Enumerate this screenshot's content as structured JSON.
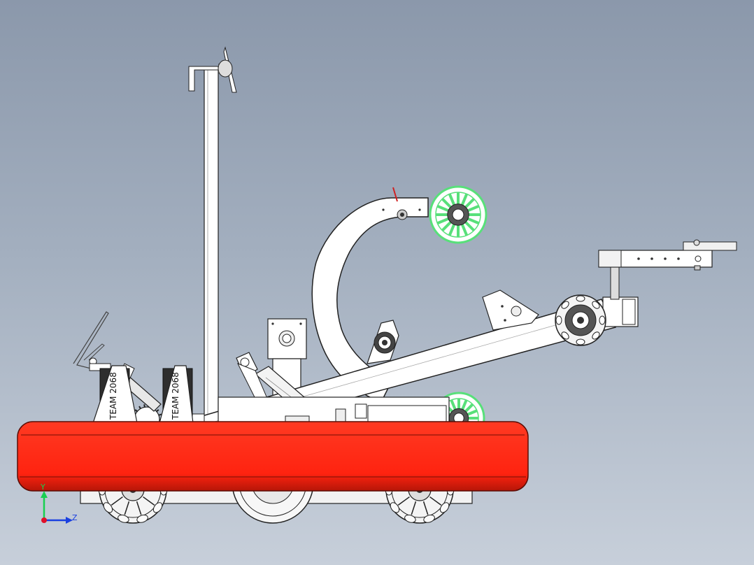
{
  "bumper_text": [
    "TEAM 2068",
    "TEAM 2068"
  ],
  "triad": {
    "y_label": "Y",
    "z_label": "Z"
  },
  "colors": {
    "background_top": "#8b98ab",
    "background_bottom": "#c7cfda",
    "bumper": "#ff2310",
    "bumper_edge": "#7a1208",
    "part": "#ffffff",
    "outline": "#222222",
    "intake_wheel": "#58e07a",
    "axis_x": "#e0102a",
    "axis_y": "#18d050",
    "axis_z": "#1a40e0"
  }
}
